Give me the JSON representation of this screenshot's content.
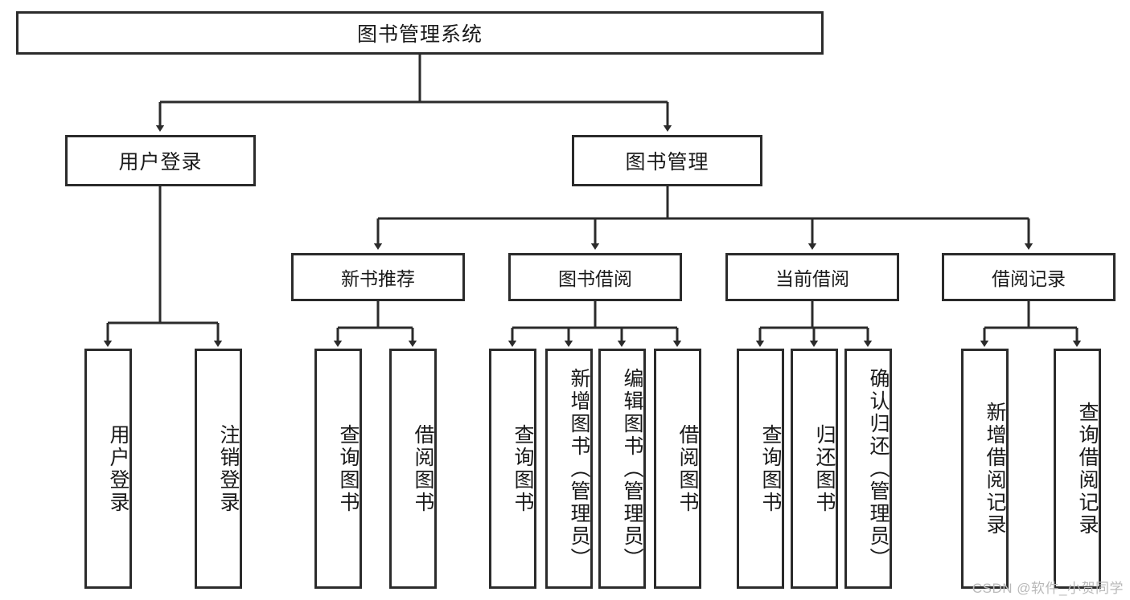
{
  "diagram": {
    "type": "tree",
    "title": "图书管理系统",
    "watermark": "CSDN @软件_小贺同学",
    "colors": {
      "stroke": "#2b2b2b",
      "background": "#ffffff",
      "text": "#1a1a1a",
      "watermark": "#b9b9b9"
    },
    "root": {
      "label": "图书管理系统"
    },
    "level2": [
      {
        "label": "用户登录"
      },
      {
        "label": "图书管理"
      }
    ],
    "level3": [
      {
        "label": "新书推荐"
      },
      {
        "label": "图书借阅"
      },
      {
        "label": "当前借阅"
      },
      {
        "label": "借阅记录"
      }
    ],
    "leaves": {
      "user_login": [
        {
          "label": "用户登录"
        },
        {
          "label": "注销登录"
        }
      ],
      "new_book": [
        {
          "label": "查询图书"
        },
        {
          "label": "借阅图书"
        }
      ],
      "book_borrow": [
        {
          "label": "查询图书"
        },
        {
          "label": "新增图书（管理员）"
        },
        {
          "label": "编辑图书（管理员）"
        },
        {
          "label": "借阅图书"
        }
      ],
      "current_borrow": [
        {
          "label": "查询图书"
        },
        {
          "label": "归还图书"
        },
        {
          "label": "确认归还（管理员）"
        }
      ],
      "borrow_record": [
        {
          "label": "新增借阅记录"
        },
        {
          "label": "查询借阅记录"
        }
      ]
    }
  }
}
